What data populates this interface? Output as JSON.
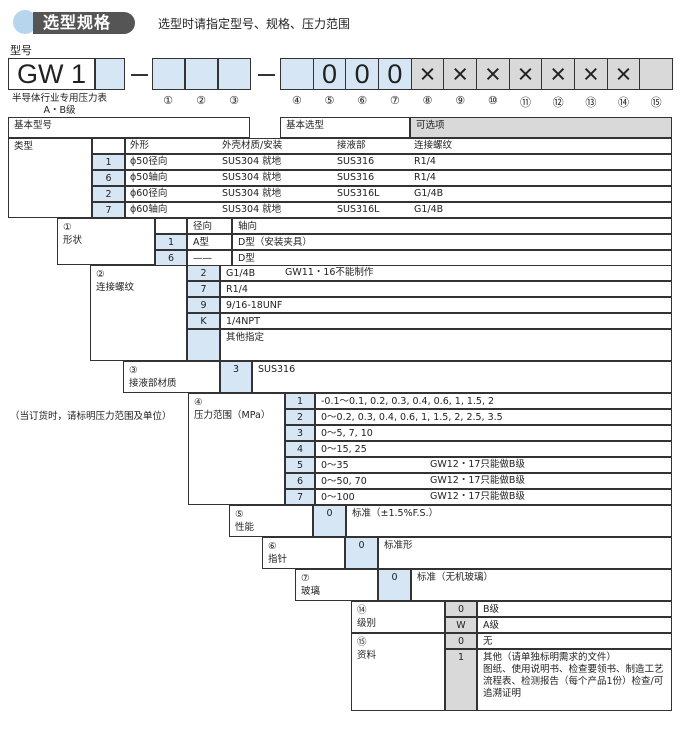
{
  "header": {
    "title": "选型规格",
    "subtitle": "选型时请指定型号、规格、压力范围"
  },
  "model": {
    "label": "型号",
    "prefix": "GW 1",
    "fixed_digits": [
      "0",
      "0",
      "0"
    ],
    "x_marks": [
      "×",
      "×",
      "×",
      "×",
      "×",
      "×",
      "×"
    ],
    "note_line1": "半导体行业专用压力表",
    "note_line2": "A・B级",
    "positions": [
      "①",
      "②",
      "③",
      "④",
      "⑤",
      "⑥",
      "⑦",
      "⑧",
      "⑨",
      "⑩",
      "⑪",
      "⑫",
      "⑬",
      "⑭",
      "⑮"
    ]
  },
  "basic": {
    "model_label": "基本型号",
    "selection_label": "基本选型",
    "optional_label": "可选项"
  },
  "types": {
    "label": "类型",
    "columns": [
      "外形",
      "外壳材质/安装",
      "接液部",
      "连接螺纹"
    ],
    "rows": [
      {
        "code": "1",
        "shape": "ϕ50径向",
        "case": "SUS304 就地",
        "wetted": "SUS316",
        "thread": "R1/4"
      },
      {
        "code": "6",
        "shape": "ϕ50轴向",
        "case": "SUS304 就地",
        "wetted": "SUS316",
        "thread": "R1/4"
      },
      {
        "code": "2",
        "shape": "ϕ60径向",
        "case": "SUS304 就地",
        "wetted": "SUS316L",
        "thread": "G1/4B"
      },
      {
        "code": "7",
        "shape": "ϕ60轴向",
        "case": "SUS304 就地",
        "wetted": "SUS316L",
        "thread": "G1/4B"
      }
    ]
  },
  "shape": {
    "num": "①",
    "label": "形状",
    "columns": [
      "径向",
      "轴向"
    ],
    "rows": [
      {
        "code": "1",
        "radial": "A型",
        "axial": "D型（安装夹具）"
      },
      {
        "code": "6",
        "radial": "——",
        "axial": "D型"
      }
    ]
  },
  "connection": {
    "num": "②",
    "label": "连接螺纹",
    "rows": [
      {
        "code": "2",
        "text": "G1/4B",
        "note": "GW11・16不能制作"
      },
      {
        "code": "7",
        "text": "R1/4"
      },
      {
        "code": "9",
        "text": "9/16-18UNF"
      },
      {
        "code": "K",
        "text": "1/4NPT"
      },
      {
        "code": "",
        "text": "其他指定"
      }
    ]
  },
  "material": {
    "num": "③",
    "label": "接液部材质",
    "code": "3",
    "text": "SUS316"
  },
  "pressure": {
    "num": "④",
    "label": "压力范围（MPa）",
    "order_note": "（当订货时，请标明压力范围及单位）",
    "rows": [
      {
        "code": "1",
        "text": "-0.1～0.1, 0.2, 0.3, 0.4, 0.6, 1, 1.5, 2"
      },
      {
        "code": "2",
        "text": "0～0.2, 0.3, 0.4, 0.6, 1, 1.5, 2, 2.5, 3.5"
      },
      {
        "code": "3",
        "text": "0～5, 7, 10"
      },
      {
        "code": "4",
        "text": "0～15, 25"
      },
      {
        "code": "5",
        "text": "0～35",
        "note": "GW12・17只能做B级"
      },
      {
        "code": "6",
        "text": "0～50, 70",
        "note": "GW12・17只能做B级"
      },
      {
        "code": "7",
        "text": "0～100",
        "note": "GW12・17只能做B级"
      }
    ]
  },
  "performance": {
    "num": "⑤",
    "label": "性能",
    "code": "0",
    "text": "标准（±1.5%F.S.）"
  },
  "pointer": {
    "num": "⑥",
    "label": "指针",
    "code": "0",
    "text": "标准形"
  },
  "glass": {
    "num": "⑦",
    "label": "玻璃",
    "code": "0",
    "text": "标准（无机玻璃）"
  },
  "grade": {
    "num": "⑭",
    "label": "级别",
    "rows": [
      {
        "code": "0",
        "text": "B级"
      },
      {
        "code": "W",
        "text": "A级"
      }
    ]
  },
  "documents": {
    "num": "⑮",
    "label": "资料",
    "rows": [
      {
        "code": "0",
        "text": "无"
      },
      {
        "code": "1",
        "text": "其他（请单独标明需求的文件）",
        "detail": "图纸、使用说明书、检查要领书、制造工艺流程表、检测报告（每个产品1份）检查/可追溯证明"
      }
    ]
  }
}
